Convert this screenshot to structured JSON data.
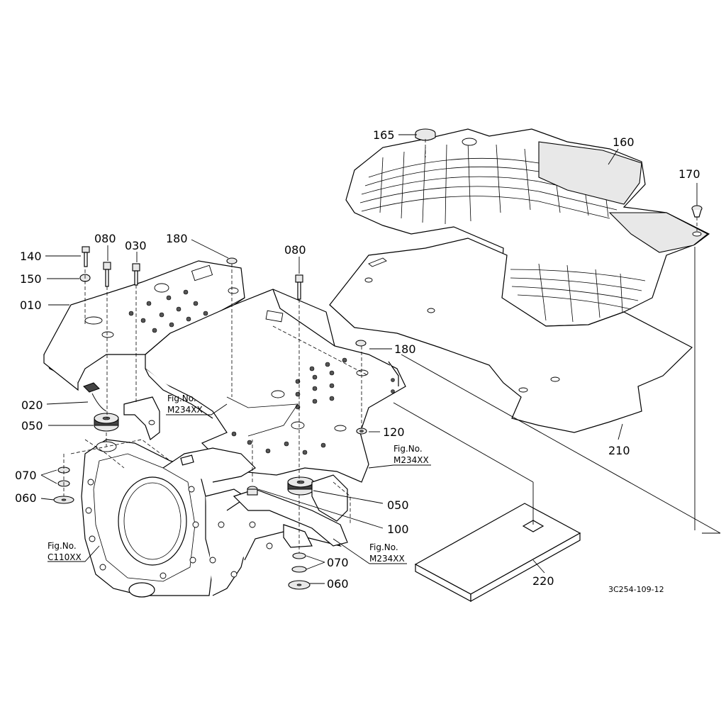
{
  "callouts": [
    {
      "id": "c165",
      "text": "165"
    },
    {
      "id": "c160",
      "text": "160"
    },
    {
      "id": "c170",
      "text": "170"
    },
    {
      "id": "c080a",
      "text": "080"
    },
    {
      "id": "c030",
      "text": "030"
    },
    {
      "id": "c180a",
      "text": "180"
    },
    {
      "id": "c080b",
      "text": "080"
    },
    {
      "id": "c140",
      "text": "140"
    },
    {
      "id": "c150",
      "text": "150"
    },
    {
      "id": "c010",
      "text": "010"
    },
    {
      "id": "c180b",
      "text": "180"
    },
    {
      "id": "c020",
      "text": "020"
    },
    {
      "id": "c050a",
      "text": "050"
    },
    {
      "id": "c120",
      "text": "120"
    },
    {
      "id": "c070a",
      "text": "070"
    },
    {
      "id": "c060a",
      "text": "060"
    },
    {
      "id": "c050b",
      "text": "050"
    },
    {
      "id": "c100",
      "text": "100"
    },
    {
      "id": "c070b",
      "text": "070"
    },
    {
      "id": "c060b",
      "text": "060"
    },
    {
      "id": "c210",
      "text": "210"
    },
    {
      "id": "c220",
      "text": "220"
    }
  ],
  "fig_refs": [
    {
      "line1": "Fig.No.",
      "line2": "M234XX"
    },
    {
      "line1": "Fig.No.",
      "line2": "M234XX"
    },
    {
      "line1": "Fig.No.",
      "line2": "M234XX"
    },
    {
      "line1": "Fig.No.",
      "line2": "C110XX"
    }
  ],
  "drawing_code": "3C254-109-12"
}
